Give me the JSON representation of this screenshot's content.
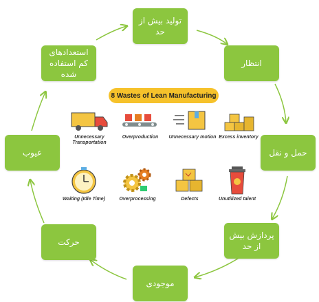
{
  "steps": [
    {
      "label": "تولید بیش از حد"
    },
    {
      "label": "انتظار"
    },
    {
      "label": "حمل و نقل"
    },
    {
      "label": "پردازش بیش از حد"
    },
    {
      "label": "موجودی"
    },
    {
      "label": "حرکت"
    },
    {
      "label": "عیوب"
    },
    {
      "label": "استعدادهای کم استفاده شده"
    }
  ],
  "center": {
    "title": "8 Wastes of Lean Manufacturing",
    "items": [
      {
        "label": "Unnecessary Transportation",
        "icon": "truck-icon"
      },
      {
        "label": "Overproduction",
        "icon": "conveyor-icon"
      },
      {
        "label": "Unnecessary motion",
        "icon": "moving-box-icon"
      },
      {
        "label": "Excess inventory",
        "icon": "stacked-boxes-icon"
      },
      {
        "label": "Waiting (Idle Time)",
        "icon": "clock-icon"
      },
      {
        "label": "Overprocessing",
        "icon": "gears-icon"
      },
      {
        "label": "Defects",
        "icon": "damaged-boxes-icon"
      },
      {
        "label": "Unutilized talent",
        "icon": "trash-bin-icon"
      }
    ]
  },
  "colors": {
    "node": "#8cc63f",
    "arrow": "#8cc63f",
    "title_bg": "#f6c22b"
  }
}
